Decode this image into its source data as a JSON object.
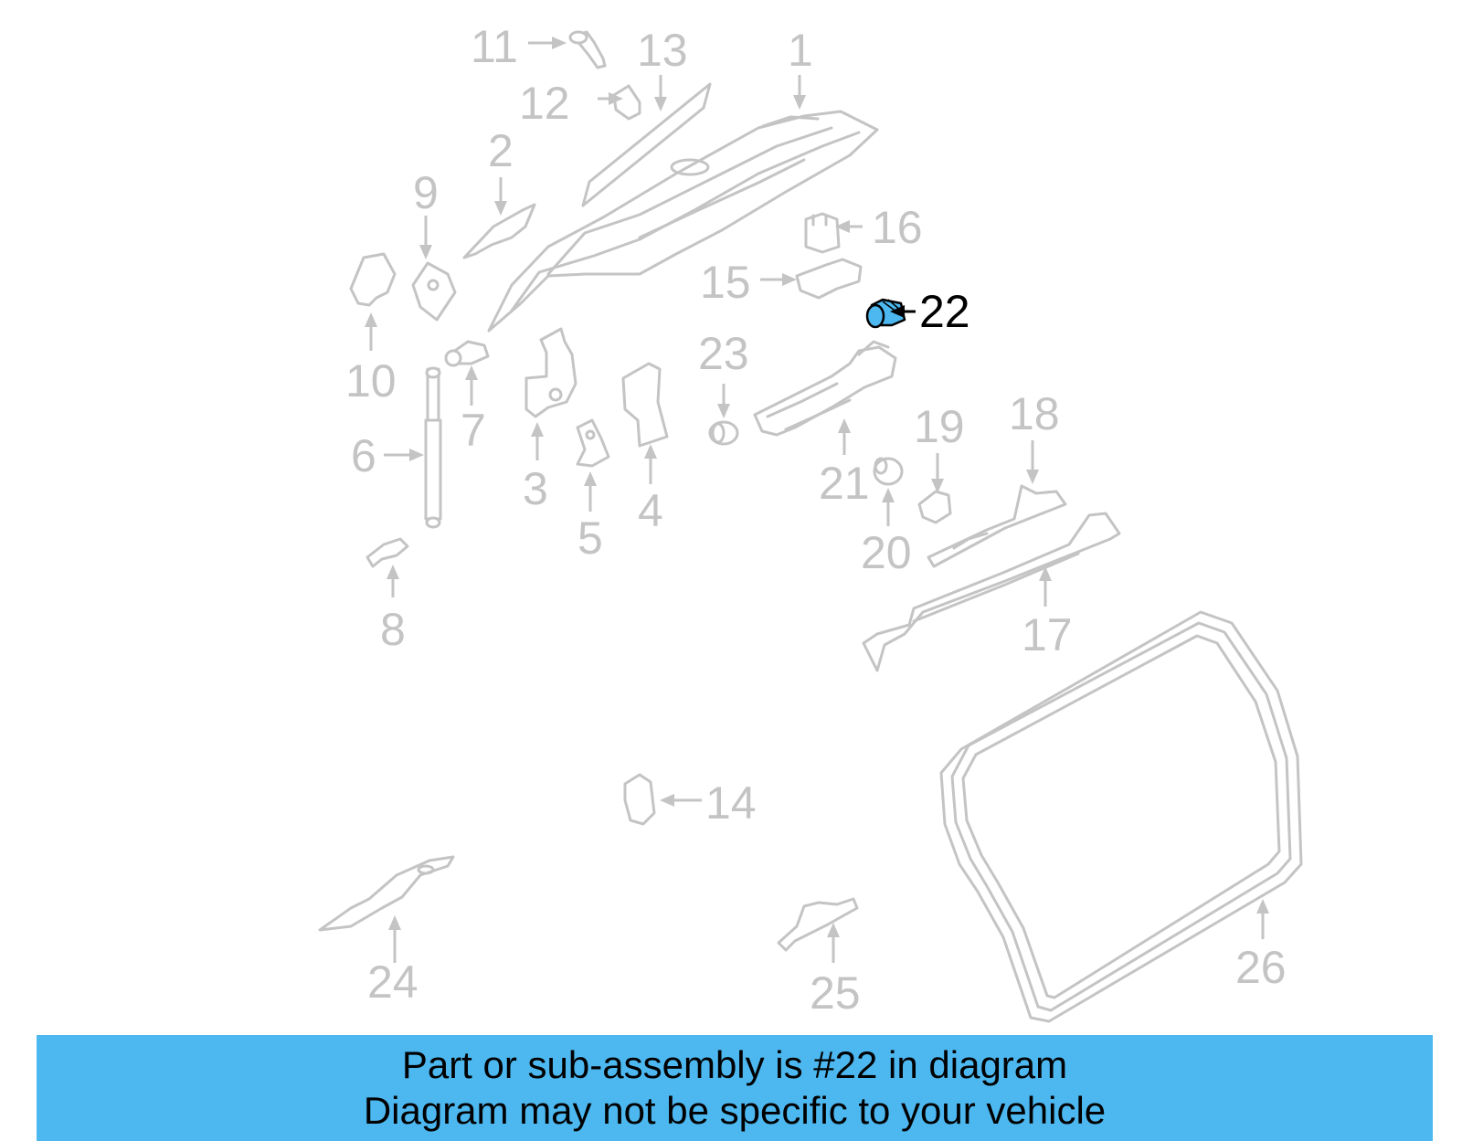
{
  "diagram": {
    "highlight_color": "#4db8f0",
    "line_color": "#c4c4c4",
    "highlighted_part": "22",
    "labels": [
      "1",
      "2",
      "3",
      "4",
      "5",
      "6",
      "7",
      "8",
      "9",
      "10",
      "11",
      "12",
      "13",
      "14",
      "15",
      "16",
      "17",
      "18",
      "19",
      "20",
      "21",
      "22",
      "23",
      "24",
      "25",
      "26"
    ]
  },
  "banner": {
    "background": "#4db8f0",
    "line1": "Part or sub-assembly is #22 in diagram",
    "line2": "Diagram may not be specific to your vehicle"
  }
}
